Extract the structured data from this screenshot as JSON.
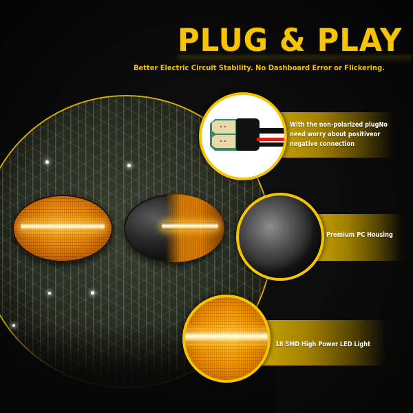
{
  "header": {
    "title": "PLUG & PLAY",
    "subtitle": "Better Electric Circuit Stability. No Dashboard Error or Flickering."
  },
  "colors": {
    "accent": "#f5c400",
    "background": "#070707",
    "feature_text": "#ffffff"
  },
  "product_images": [
    {
      "name": "amber-lens-lamp",
      "state": "lit amber"
    },
    {
      "name": "smoked-lens-lamp",
      "state": "smoked lens partially lit"
    }
  ],
  "features": [
    {
      "icon": "plug-connector-icon",
      "lines": [
        "With the non-polarized plugNo",
        "need worry about positiveor",
        "negative connection"
      ]
    },
    {
      "icon": "pc-housing-icon",
      "lines": [
        "Premium PC Housing"
      ]
    },
    {
      "icon": "led-light-icon",
      "lines": [
        "18 SMD High Power LED Light"
      ]
    }
  ]
}
